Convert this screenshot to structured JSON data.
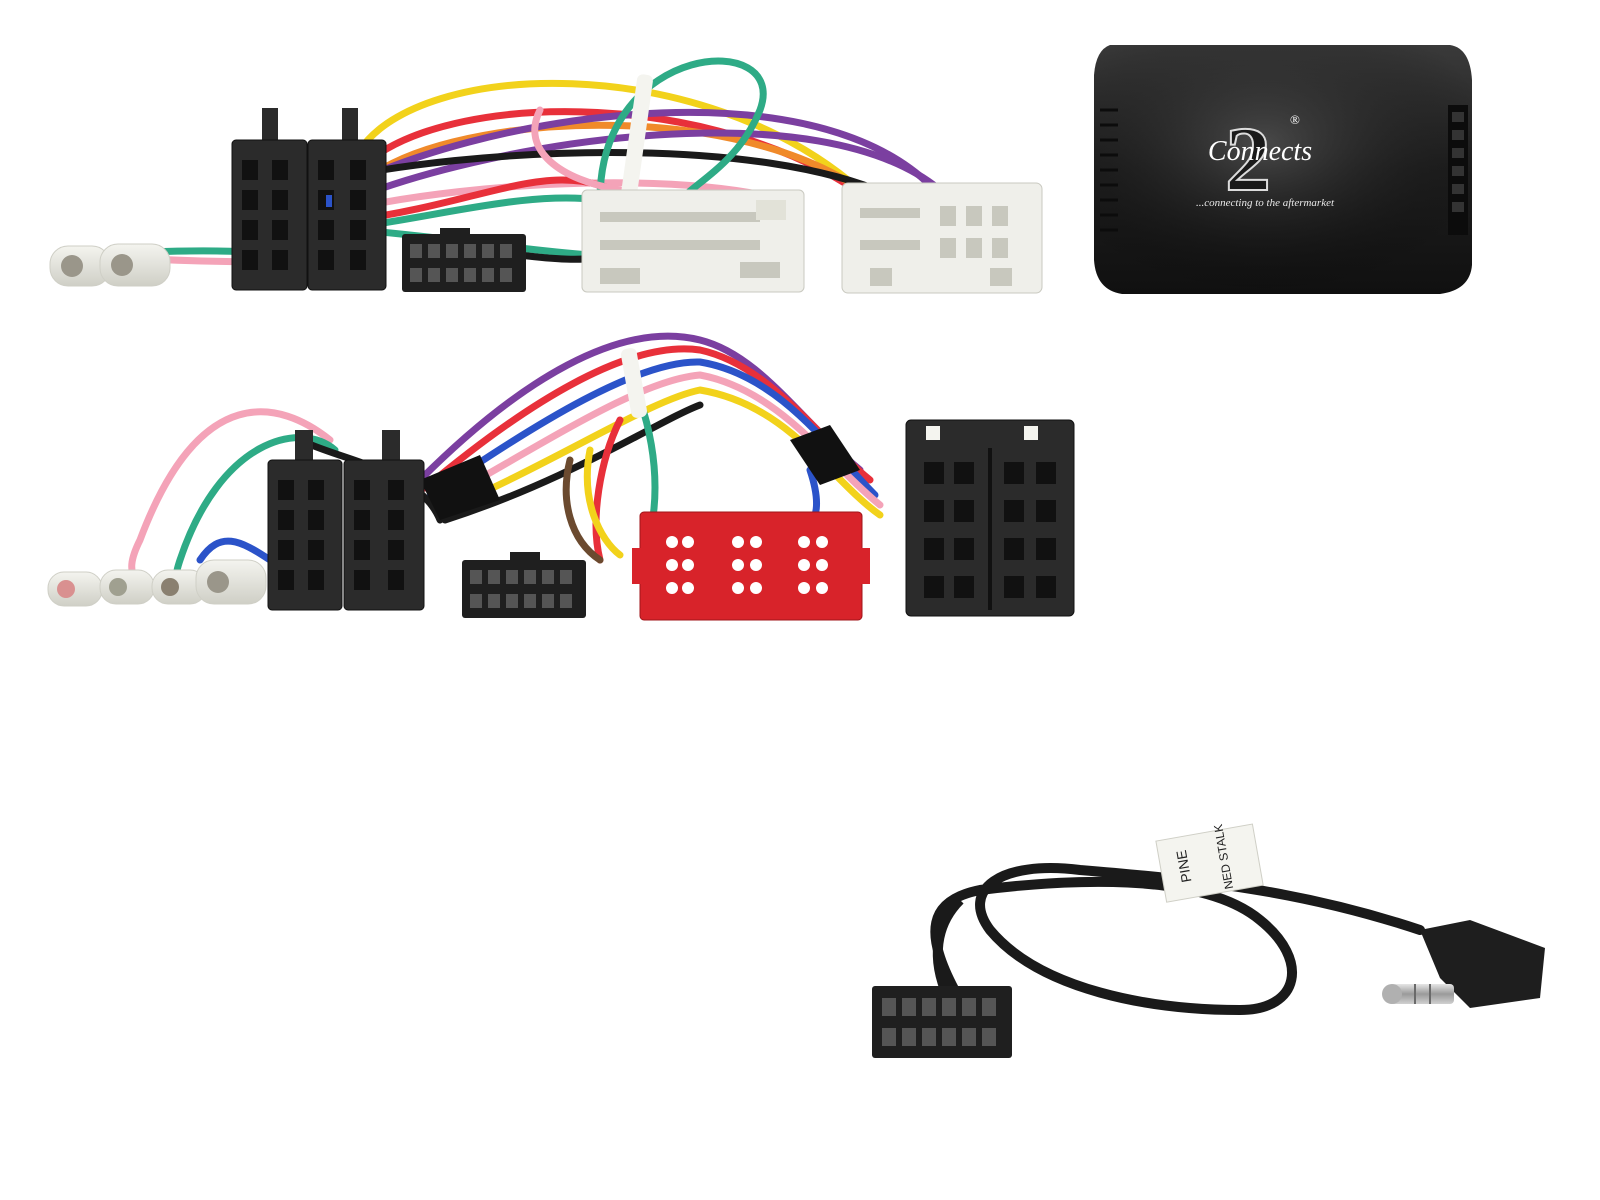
{
  "product": {
    "brand_logo_text": "Connects",
    "brand_logo_numeral": "2",
    "brand_registered": "®",
    "tagline": "...connecting to the aftermarket"
  },
  "patch_lead": {
    "label_line_1": "PINE",
    "label_line_2": "NED STALK"
  },
  "colors": {
    "connector_black": "#2b2b2b",
    "connector_white": "#efefea",
    "connector_red": "#d8232a",
    "interface_box": "#1e1e1e",
    "wire_colors": [
      "#f2d21b",
      "#e8303a",
      "#2eab86",
      "#7b3fa0",
      "#f08a2a",
      "#f4a3b8",
      "#2b53c9",
      "#1a1a1a",
      "#6b4a2f",
      "#ffffff"
    ]
  }
}
